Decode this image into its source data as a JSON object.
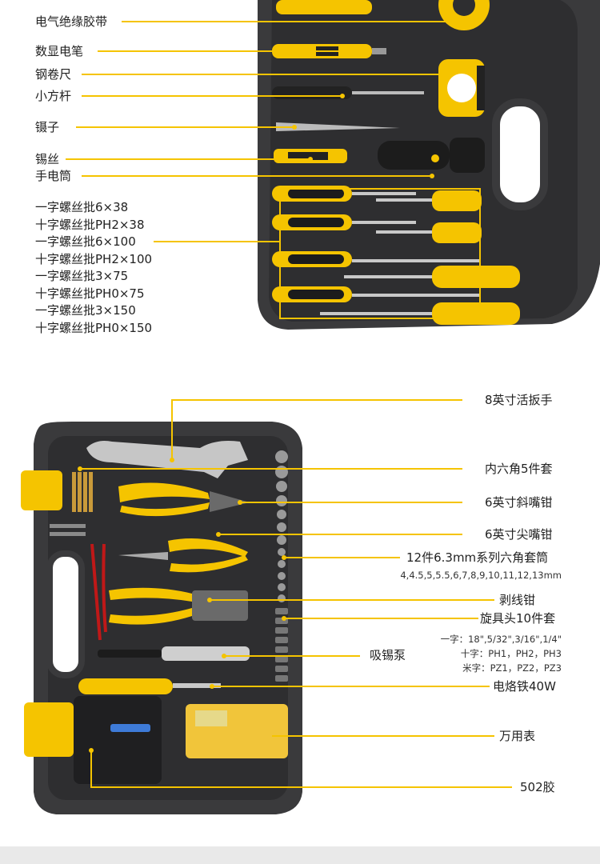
{
  "top_labels": [
    "电气绝缘胶带",
    "数显电笔",
    "钢卷尺",
    "小方杆",
    "镊子",
    "锡丝",
    "手电筒"
  ],
  "screwdrivers": [
    "一字螺丝批6×38",
    "十字螺丝批PH2×38",
    "一字螺丝批6×100",
    "十字螺丝批PH2×100",
    "一字螺丝批3×75",
    "十字螺丝批PH0×75",
    "一字螺丝批3×150",
    "十字螺丝批PH0×150"
  ],
  "bottom_labels": {
    "wrench": "8英寸活扳手",
    "hex_keys": "内六角5件套",
    "diagonal_pliers": "6英寸斜嘴钳",
    "needle_pliers": "6英寸尖嘴钳",
    "sockets": "12件6.3mm系列六角套筒",
    "socket_sizes": "4,4.5,5,5.5,6,7,8,9,10,11,12,13mm",
    "wire_stripper": "剥线钳",
    "bits": "旋具头10件套",
    "bits_slot": "一字：18\",5/32\",3/16\",1/4\"",
    "bits_phillips": "十字：PH1，PH2，PH3",
    "bits_pozi": "米字：PZ1，PZ2，PZ3",
    "solder_pump": "吸锡泵",
    "soldering_iron": "电烙铁40W",
    "multimeter": "万用表",
    "glue": "502胶"
  },
  "colors": {
    "accent_yellow": "#f5c400",
    "case_dark": "#3a3a3c",
    "case_darker": "#2a2a2c",
    "line": "#e8b800"
  }
}
